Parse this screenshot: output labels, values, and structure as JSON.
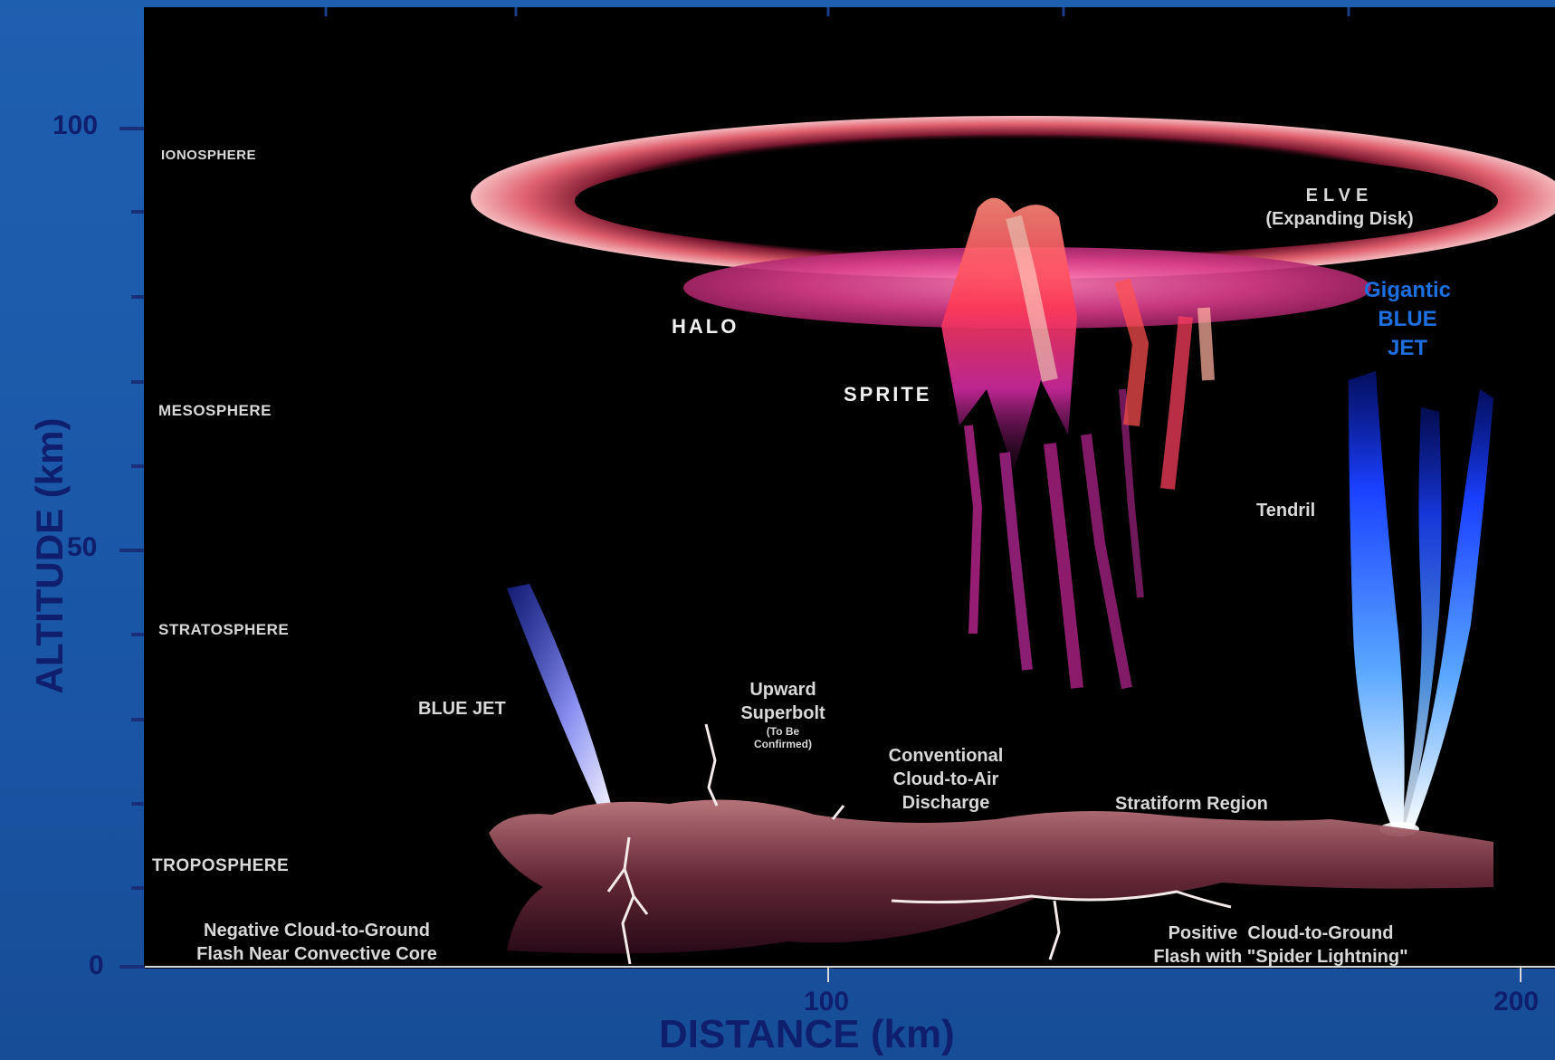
{
  "axes": {
    "y_title": "ALTITUDE (km)",
    "x_title": "DISTANCE (km)",
    "y_ticks": [
      "100",
      "50",
      "0"
    ],
    "x_ticks": [
      "100",
      "200"
    ]
  },
  "layers": {
    "ionosphere": "IONOSPHERE",
    "mesosphere": "MESOSPHERE",
    "stratosphere": "STRATOSPHERE",
    "troposphere": "TROPOSPHERE"
  },
  "phenomena": {
    "elve_title": "ELVE",
    "elve_sub": "(Expanding Disk)",
    "halo": "HALO",
    "sprite": "SPRITE",
    "gigantic_jet_line1": "Gigantic",
    "gigantic_jet_line2": "BLUE",
    "gigantic_jet_line3": "JET",
    "tendril": "Tendril",
    "blue_jet": "BLUE JET",
    "superbolt_line1": "Upward",
    "superbolt_line2": "Superbolt",
    "superbolt_note1": "(To Be",
    "superbolt_note2": "Confirmed)",
    "cta_line1": "Conventional",
    "cta_line2": "Cloud-to-Air",
    "cta_line3": "Discharge",
    "stratiform": "Stratiform Region",
    "ncg_line1": "Negative Cloud-to-Ground",
    "ncg_line2": "Flash Near Convective Core",
    "pcg_line1": "Positive  Cloud-to-Ground",
    "pcg_line2": "Flash with \"Spider Lightning\""
  },
  "colors": {
    "frame": "#1a56a6",
    "plot_bg": "#000000",
    "axis_text": "#0f1f6e",
    "label_text": "#d8d8d8",
    "gigantic_jet_text": "#1d6fe0",
    "elve": "#e0606e",
    "halo": "#d83c8a",
    "sprite": "#ff4a6a",
    "blue_jet": "#3344dd"
  }
}
